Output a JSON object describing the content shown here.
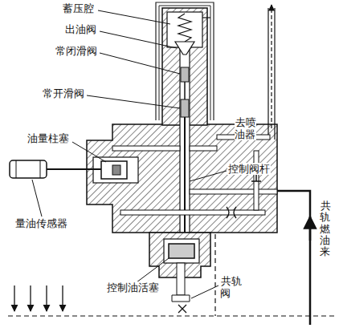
{
  "diagram": {
    "labels": [
      "蓄压腔",
      "出油阀",
      "常闭滑阀",
      "常开滑阀",
      "去喷油器",
      "控制阀杆",
      "油量柱塞",
      "量油传感器",
      "控制油活塞",
      "共轨阀",
      "共轨燃油来"
    ]
  }
}
